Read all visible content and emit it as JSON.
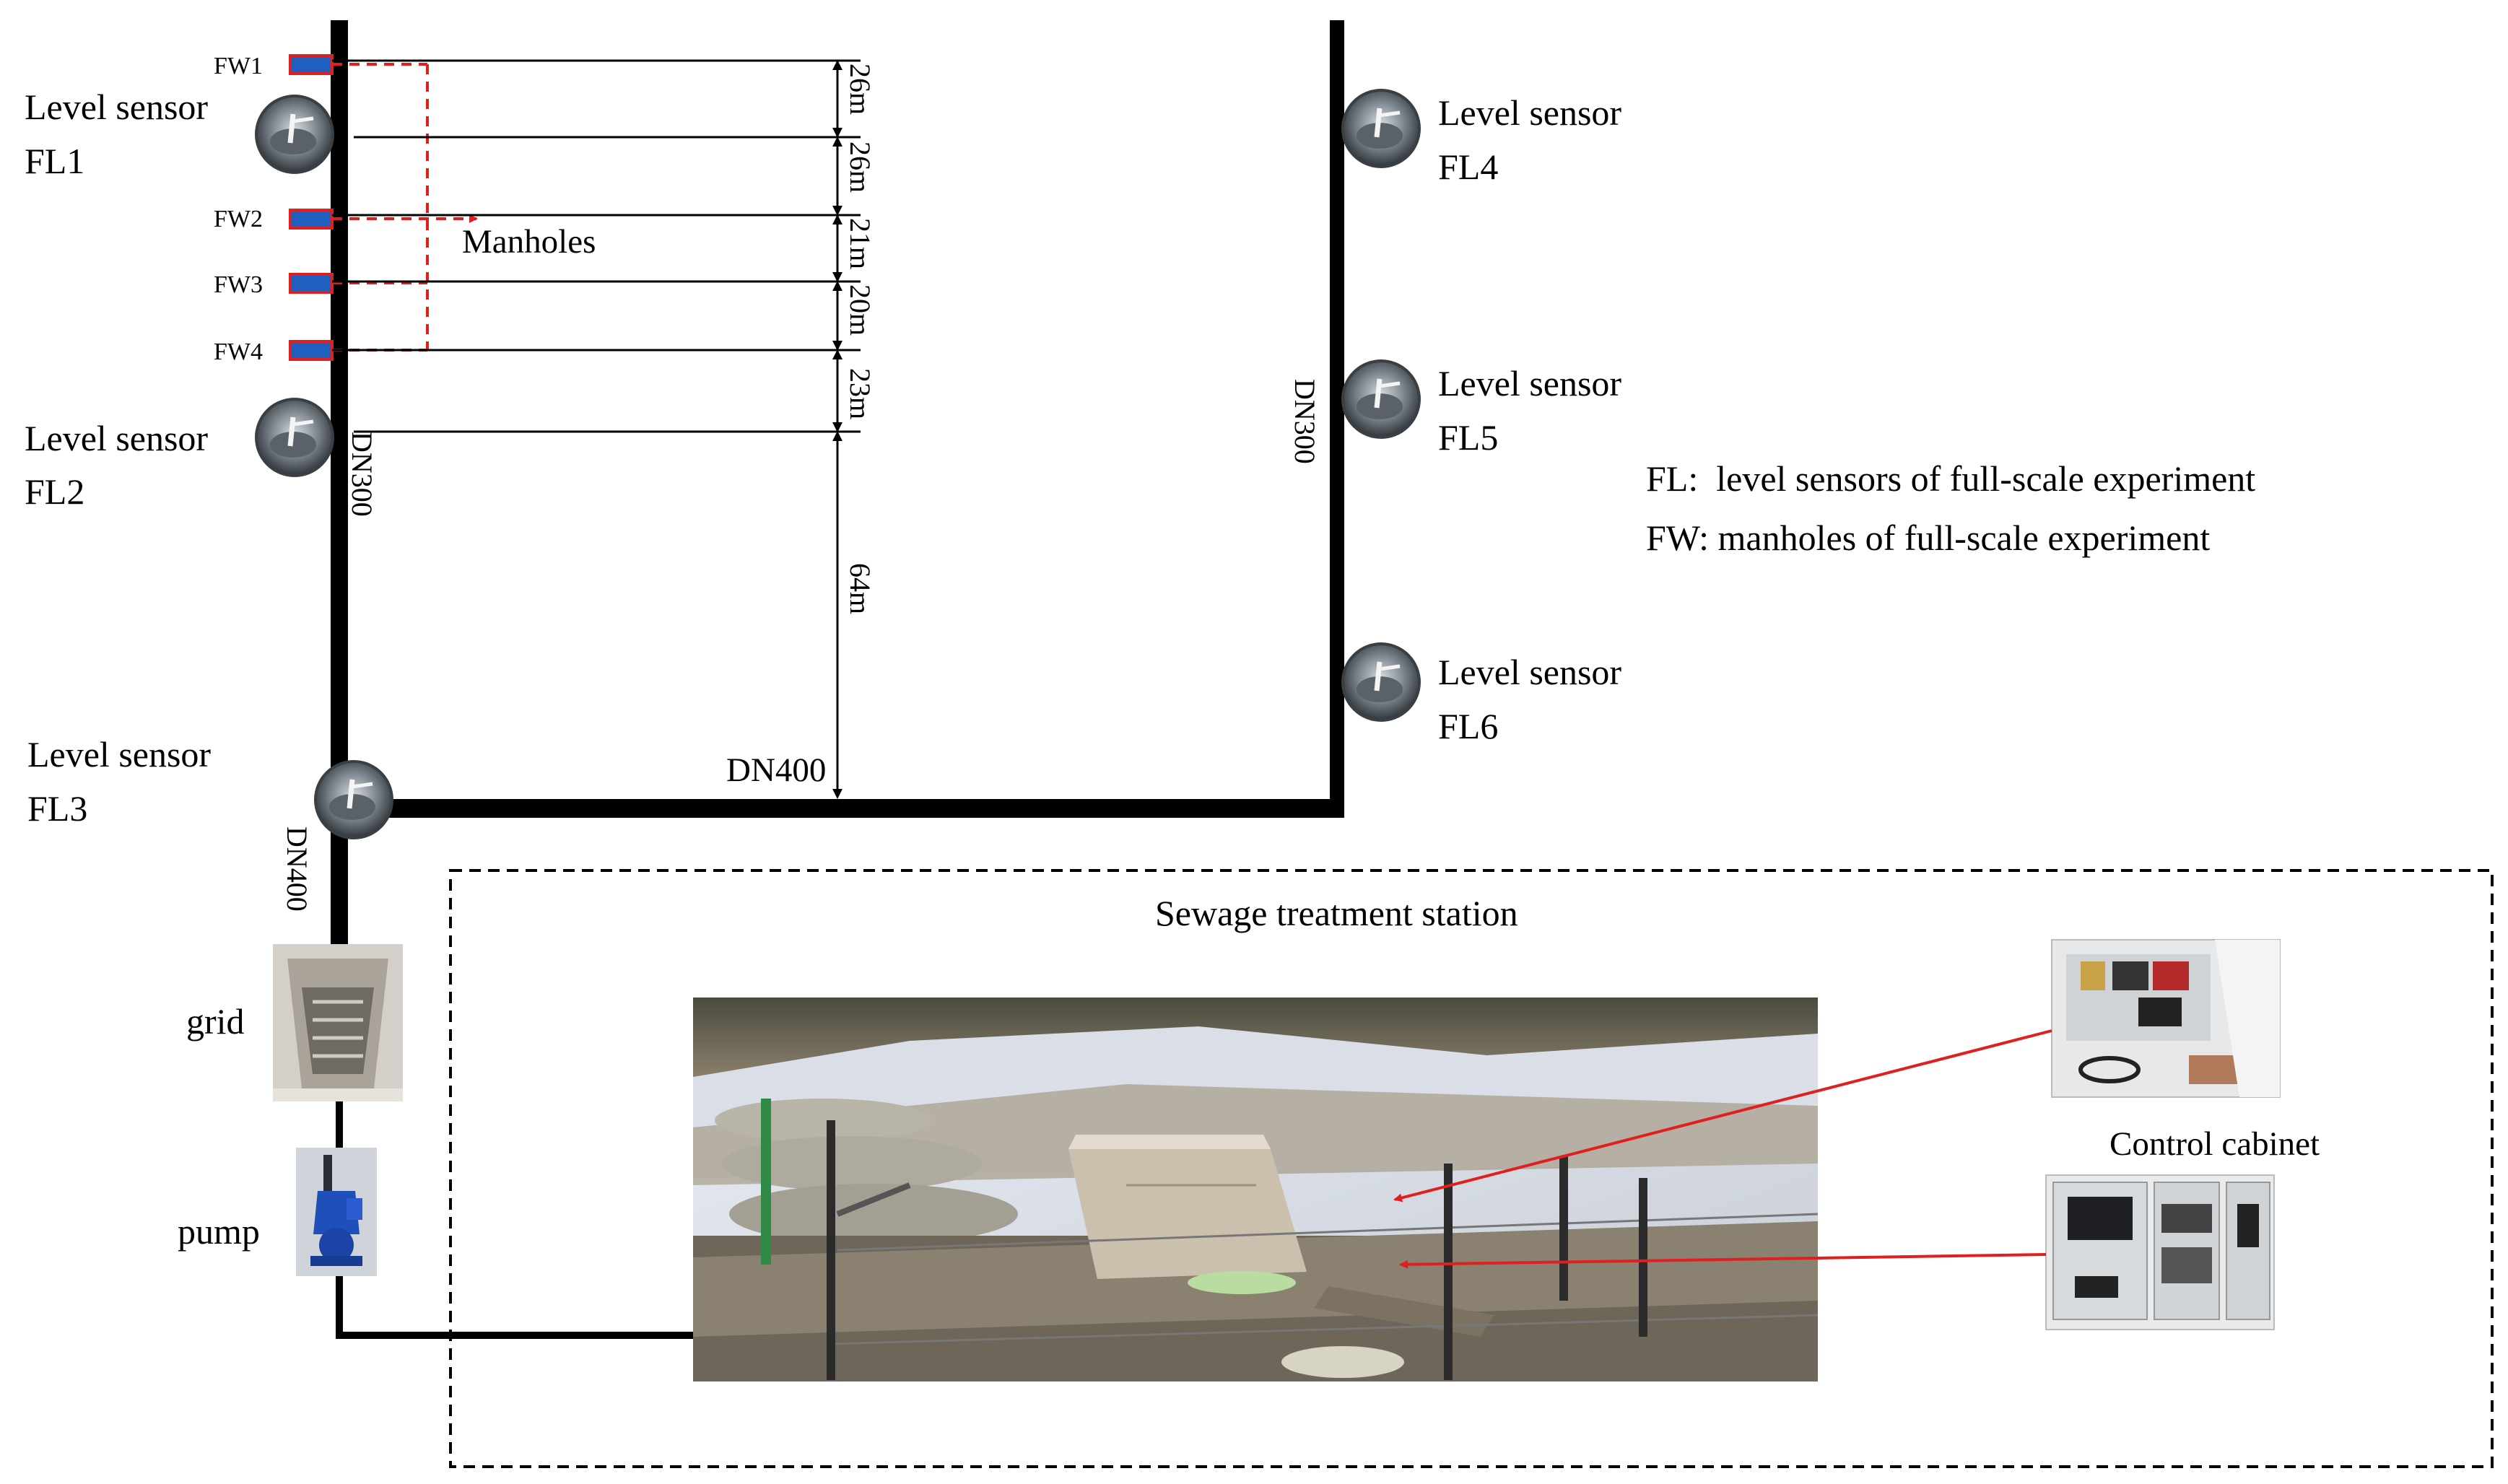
{
  "sensors": {
    "fl1": {
      "line1": "Level sensor",
      "line2": "FL1"
    },
    "fl2": {
      "line1": "Level sensor",
      "line2": "FL2"
    },
    "fl3": {
      "line1": "Level sensor",
      "line2": "FL3"
    },
    "fl4": {
      "line1": "Level sensor",
      "line2": "FL4"
    },
    "fl5": {
      "line1": "Level sensor",
      "line2": "FL5"
    },
    "fl6": {
      "line1": "Level sensor",
      "line2": "FL6"
    }
  },
  "manholes": {
    "fw1": "FW1",
    "fw2": "FW2",
    "fw3": "FW3",
    "fw4": "FW4",
    "label": "Manholes"
  },
  "distances": {
    "d1": "26m",
    "d2": "26m",
    "d3": "21m",
    "d4": "20m",
    "d5": "23m",
    "d6": "64m"
  },
  "pipes": {
    "left_upper": "DN300",
    "right": "DN300",
    "bottom_main": "DN400",
    "left_lower": "DN400"
  },
  "legend": {
    "fl": "FL:  level sensors of full-scale experiment",
    "fw": "FW: manholes of full-scale experiment"
  },
  "station": {
    "title": "Sewage treatment station",
    "grid": "grid",
    "pump": "pump",
    "cabinet": "Control cabinet"
  },
  "colors": {
    "pipe": "#000000",
    "manhole_fill": "#1f5fbf",
    "manhole_border": "#e02020",
    "arrow": "#e02020"
  }
}
